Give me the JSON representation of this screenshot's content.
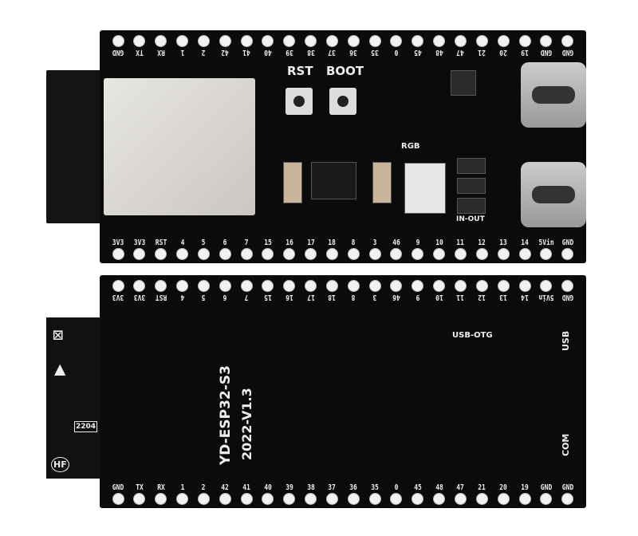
{
  "top_view": {
    "pins_top": [
      "GND",
      "TX",
      "RX",
      "1",
      "2",
      "42",
      "41",
      "40",
      "39",
      "38",
      "37",
      "36",
      "35",
      "0",
      "45",
      "48",
      "47",
      "21",
      "20",
      "19",
      "GND",
      "GND"
    ],
    "pins_bottom": [
      "3V3",
      "3V3",
      "RST",
      "4",
      "5",
      "6",
      "7",
      "15",
      "16",
      "17",
      "18",
      "8",
      "3",
      "46",
      "9",
      "10",
      "11",
      "12",
      "13",
      "14",
      "5Vin",
      "GND"
    ],
    "rst_label": "RST",
    "boot_label": "BOOT",
    "rgb_label": "RGB",
    "inout_label": "IN-OUT"
  },
  "bottom_view": {
    "pins_top": [
      "3V3",
      "3V3",
      "RST",
      "4",
      "5",
      "6",
      "7",
      "15",
      "16",
      "17",
      "18",
      "8",
      "3",
      "46",
      "9",
      "10",
      "11",
      "12",
      "13",
      "14",
      "5Vin",
      "GND"
    ],
    "pins_bottom": [
      "GND",
      "TX",
      "RX",
      "1",
      "2",
      "42",
      "41",
      "40",
      "39",
      "38",
      "37",
      "36",
      "35",
      "0",
      "45",
      "48",
      "47",
      "21",
      "20",
      "19",
      "GND",
      "GND"
    ],
    "board_name": "YD-ESP32-S3",
    "version": "2022-V1.3",
    "usb_otg_label": "USB-OTG",
    "usb_label": "USB",
    "com_label": "COM",
    "date_code": "2204",
    "hf_mark": "HF"
  }
}
